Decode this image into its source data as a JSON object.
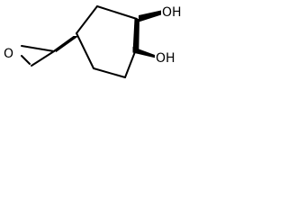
{
  "molecule": {
    "labels": {
      "hydroxyl_top": "OH",
      "hydroxyl_bottom": "OH",
      "epoxide_oxygen": "O"
    },
    "colors": {
      "bond": "#000000",
      "text": "#000000",
      "background": "#ffffff"
    }
  }
}
